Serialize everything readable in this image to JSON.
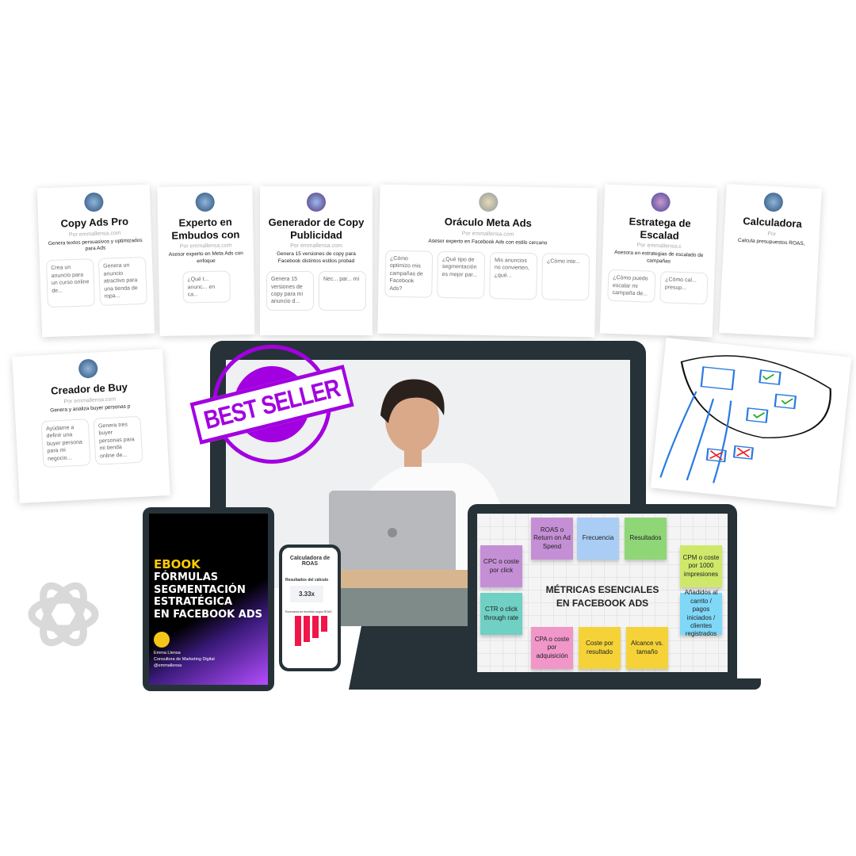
{
  "cards": [
    {
      "title": "Creador de Buy",
      "by": "Por emmallensa.com",
      "desc": "Genera y analiza buyer personas p",
      "prompts": [
        "Ayúdame a definir una buyer persona para mi negocio...",
        "Genera tres buyer personas para mi tienda online de..."
      ]
    },
    {
      "title": "Copy Ads Pro",
      "by": "Por emmallensa.com",
      "desc": "Genera textos persuasivos y optimizados para Ads",
      "prompts": [
        "Crea un anuncio para un curso online de...",
        "Genera un anuncio atractivo para una tienda de ropa..."
      ]
    },
    {
      "title": "Experto en Embudos con",
      "by": "Por emmallensa.com",
      "desc": "Asesor experto en Meta Ads con enfoque",
      "prompts": [
        "¿Qué t... anunc... en ca..."
      ]
    },
    {
      "title": "Generador de Copy Publicidad",
      "by": "Por emmallensa.com",
      "desc": "Genera 15 versiones de copy para Facebook distintos estilos probad",
      "prompts": [
        "Genera 15 versiones de copy para mi anuncio d...",
        "Nec... par... mi"
      ]
    },
    {
      "title": "Oráculo Meta Ads",
      "by": "Por emmallensa.com",
      "desc": "Asesor experto en Facebook Ads con estilo cercano",
      "prompts": [
        "¿Cómo optimizo mis campañas de Facebook Ads?",
        "¿Qué tipo de segmentación es mejor par...",
        "Mis anuncios no convierten, ¿qué...",
        "¿Cómo inte..."
      ]
    },
    {
      "title": "Estratega de Escalad",
      "by": "Por emmallensa.c",
      "desc": "Asesora en estrategias de escalado de campañas",
      "prompts": [
        "¿Cómo puedo escalar mi campaña de...",
        "¿Cómo cal... presup..."
      ]
    },
    {
      "title": "Calculadora",
      "by": "Por",
      "desc": "Calcula presupuestos ROAS,",
      "prompts": []
    }
  ],
  "stamp": {
    "text": "BEST SELLER"
  },
  "ebook": {
    "label": "EBOOK",
    "title_lines": [
      "FÓRMULAS",
      "SEGMENTACIÓN",
      "ESTRATÉGICA",
      "EN FACEBOOK ADS"
    ],
    "author": "Emma Llensa",
    "role": "Consultora de Marketing Digital",
    "handle": "@emmallensa"
  },
  "phone": {
    "title": "Calculadora de ROAS",
    "section": "Resultados del cálculo",
    "value": "3.33x",
    "chart_label": "Escenarios de beneficio según ROAS"
  },
  "laptop": {
    "title_lines": [
      "MÉTRICAS ESENCIALES",
      "EN FACEBOOK ADS"
    ],
    "notes": [
      "ROAS o Return on Ad Spend",
      "Frecuencia",
      "Resultados",
      "CPC o coste por click",
      "CPM o coste por 1000 impresiones",
      "CTR o click through rate",
      "Añadidos al carrito / pagos iniciados / clientes registrados",
      "CPA o coste por adquisición",
      "Coste por resultado",
      "Alcance vs. tamaño"
    ],
    "colors": [
      "#c58fd6",
      "#a9cdf5",
      "#8fd676",
      "#c58fd6",
      "#cfe86a",
      "#6fd0c3",
      "#7fd8f7",
      "#f096c8",
      "#f5d338",
      "#f5d338"
    ]
  }
}
